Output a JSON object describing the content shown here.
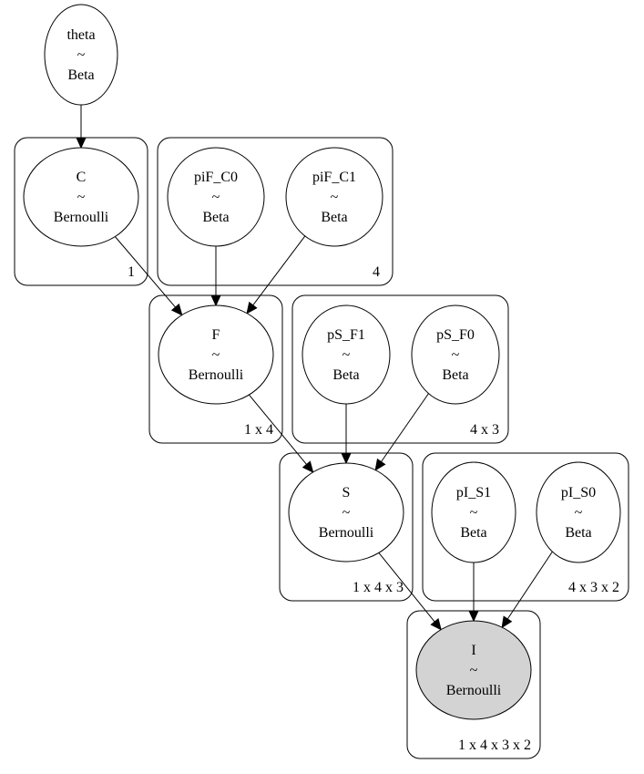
{
  "colors": {
    "background": "#ffffff",
    "stroke": "#000000",
    "observed_fill": "#d3d3d3",
    "latent_fill": "#ffffff"
  },
  "nodes": [
    {
      "id": "theta",
      "name": "theta",
      "tilde": "~",
      "dist": "Beta",
      "observed": false
    },
    {
      "id": "C",
      "name": "C",
      "tilde": "~",
      "dist": "Bernoulli",
      "observed": false
    },
    {
      "id": "piF_C0",
      "name": "piF_C0",
      "tilde": "~",
      "dist": "Beta",
      "observed": false
    },
    {
      "id": "piF_C1",
      "name": "piF_C1",
      "tilde": "~",
      "dist": "Beta",
      "observed": false
    },
    {
      "id": "F",
      "name": "F",
      "tilde": "~",
      "dist": "Bernoulli",
      "observed": false
    },
    {
      "id": "pS_F1",
      "name": "pS_F1",
      "tilde": "~",
      "dist": "Beta",
      "observed": false
    },
    {
      "id": "pS_F0",
      "name": "pS_F0",
      "tilde": "~",
      "dist": "Beta",
      "observed": false
    },
    {
      "id": "S",
      "name": "S",
      "tilde": "~",
      "dist": "Bernoulli",
      "observed": false
    },
    {
      "id": "pI_S1",
      "name": "pI_S1",
      "tilde": "~",
      "dist": "Beta",
      "observed": false
    },
    {
      "id": "pI_S0",
      "name": "pI_S0",
      "tilde": "~",
      "dist": "Beta",
      "observed": false
    },
    {
      "id": "I",
      "name": "I",
      "tilde": "~",
      "dist": "Bernoulli",
      "observed": true
    }
  ],
  "plates": [
    {
      "id": "plate-c",
      "label": "1"
    },
    {
      "id": "plate-pif",
      "label": "4"
    },
    {
      "id": "plate-f",
      "label": "1 x 4"
    },
    {
      "id": "plate-ps",
      "label": "4 x 3"
    },
    {
      "id": "plate-s",
      "label": "1 x 4 x 3"
    },
    {
      "id": "plate-pi",
      "label": "4 x 3 x 2"
    },
    {
      "id": "plate-i",
      "label": "1 x 4 x 3 x 2"
    }
  ],
  "edges": [
    {
      "from": "theta",
      "to": "C"
    },
    {
      "from": "C",
      "to": "F"
    },
    {
      "from": "piF_C0",
      "to": "F"
    },
    {
      "from": "piF_C1",
      "to": "F"
    },
    {
      "from": "F",
      "to": "S"
    },
    {
      "from": "pS_F1",
      "to": "S"
    },
    {
      "from": "pS_F0",
      "to": "S"
    },
    {
      "from": "S",
      "to": "I"
    },
    {
      "from": "pI_S1",
      "to": "I"
    },
    {
      "from": "pI_S0",
      "to": "I"
    }
  ]
}
